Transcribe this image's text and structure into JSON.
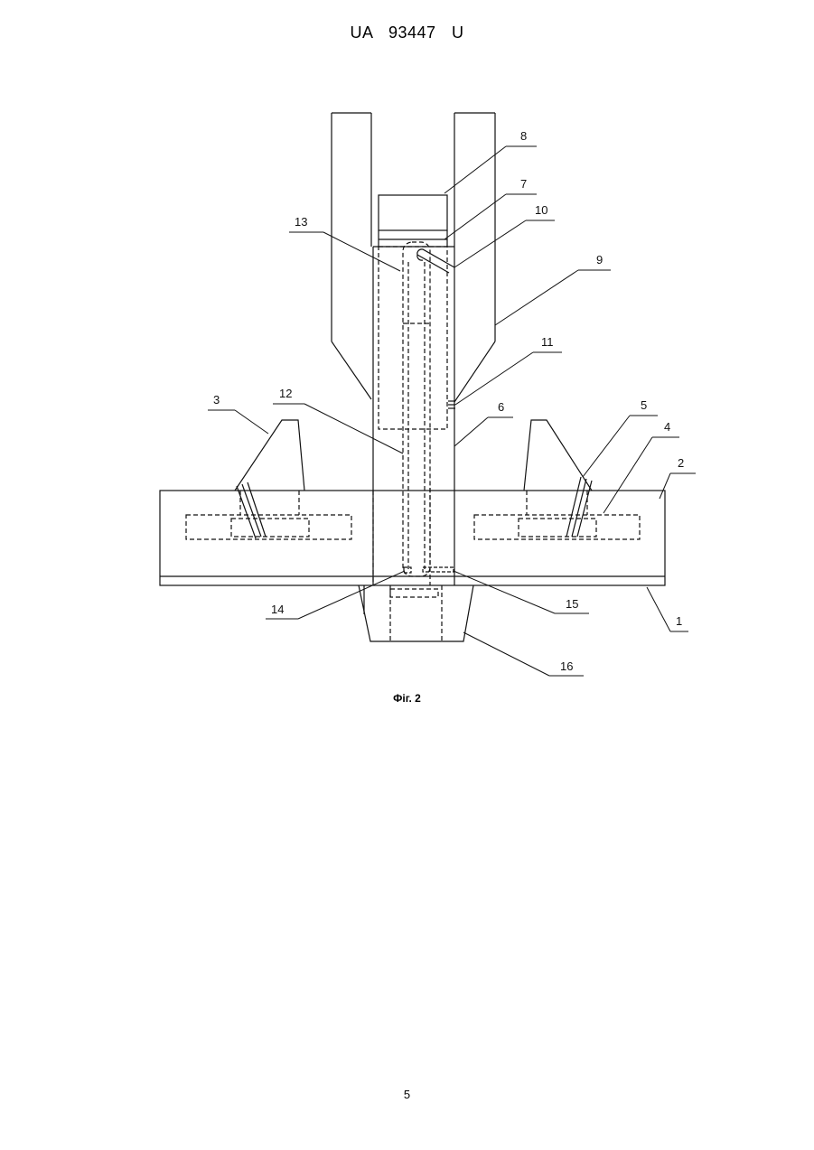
{
  "header": {
    "doc_number": "UA   93447   U"
  },
  "figure": {
    "caption": "Фіг. 2",
    "labels": {
      "l1": "1",
      "l2": "2",
      "l3": "3",
      "l4": "4",
      "l5": "5",
      "l6": "6",
      "l7": "7",
      "l8": "8",
      "l9": "9",
      "l10": "10",
      "l11": "11",
      "l12": "12",
      "l13": "13",
      "l14": "14",
      "l15": "15",
      "l16": "16"
    }
  },
  "footer": {
    "page_number": "5"
  }
}
